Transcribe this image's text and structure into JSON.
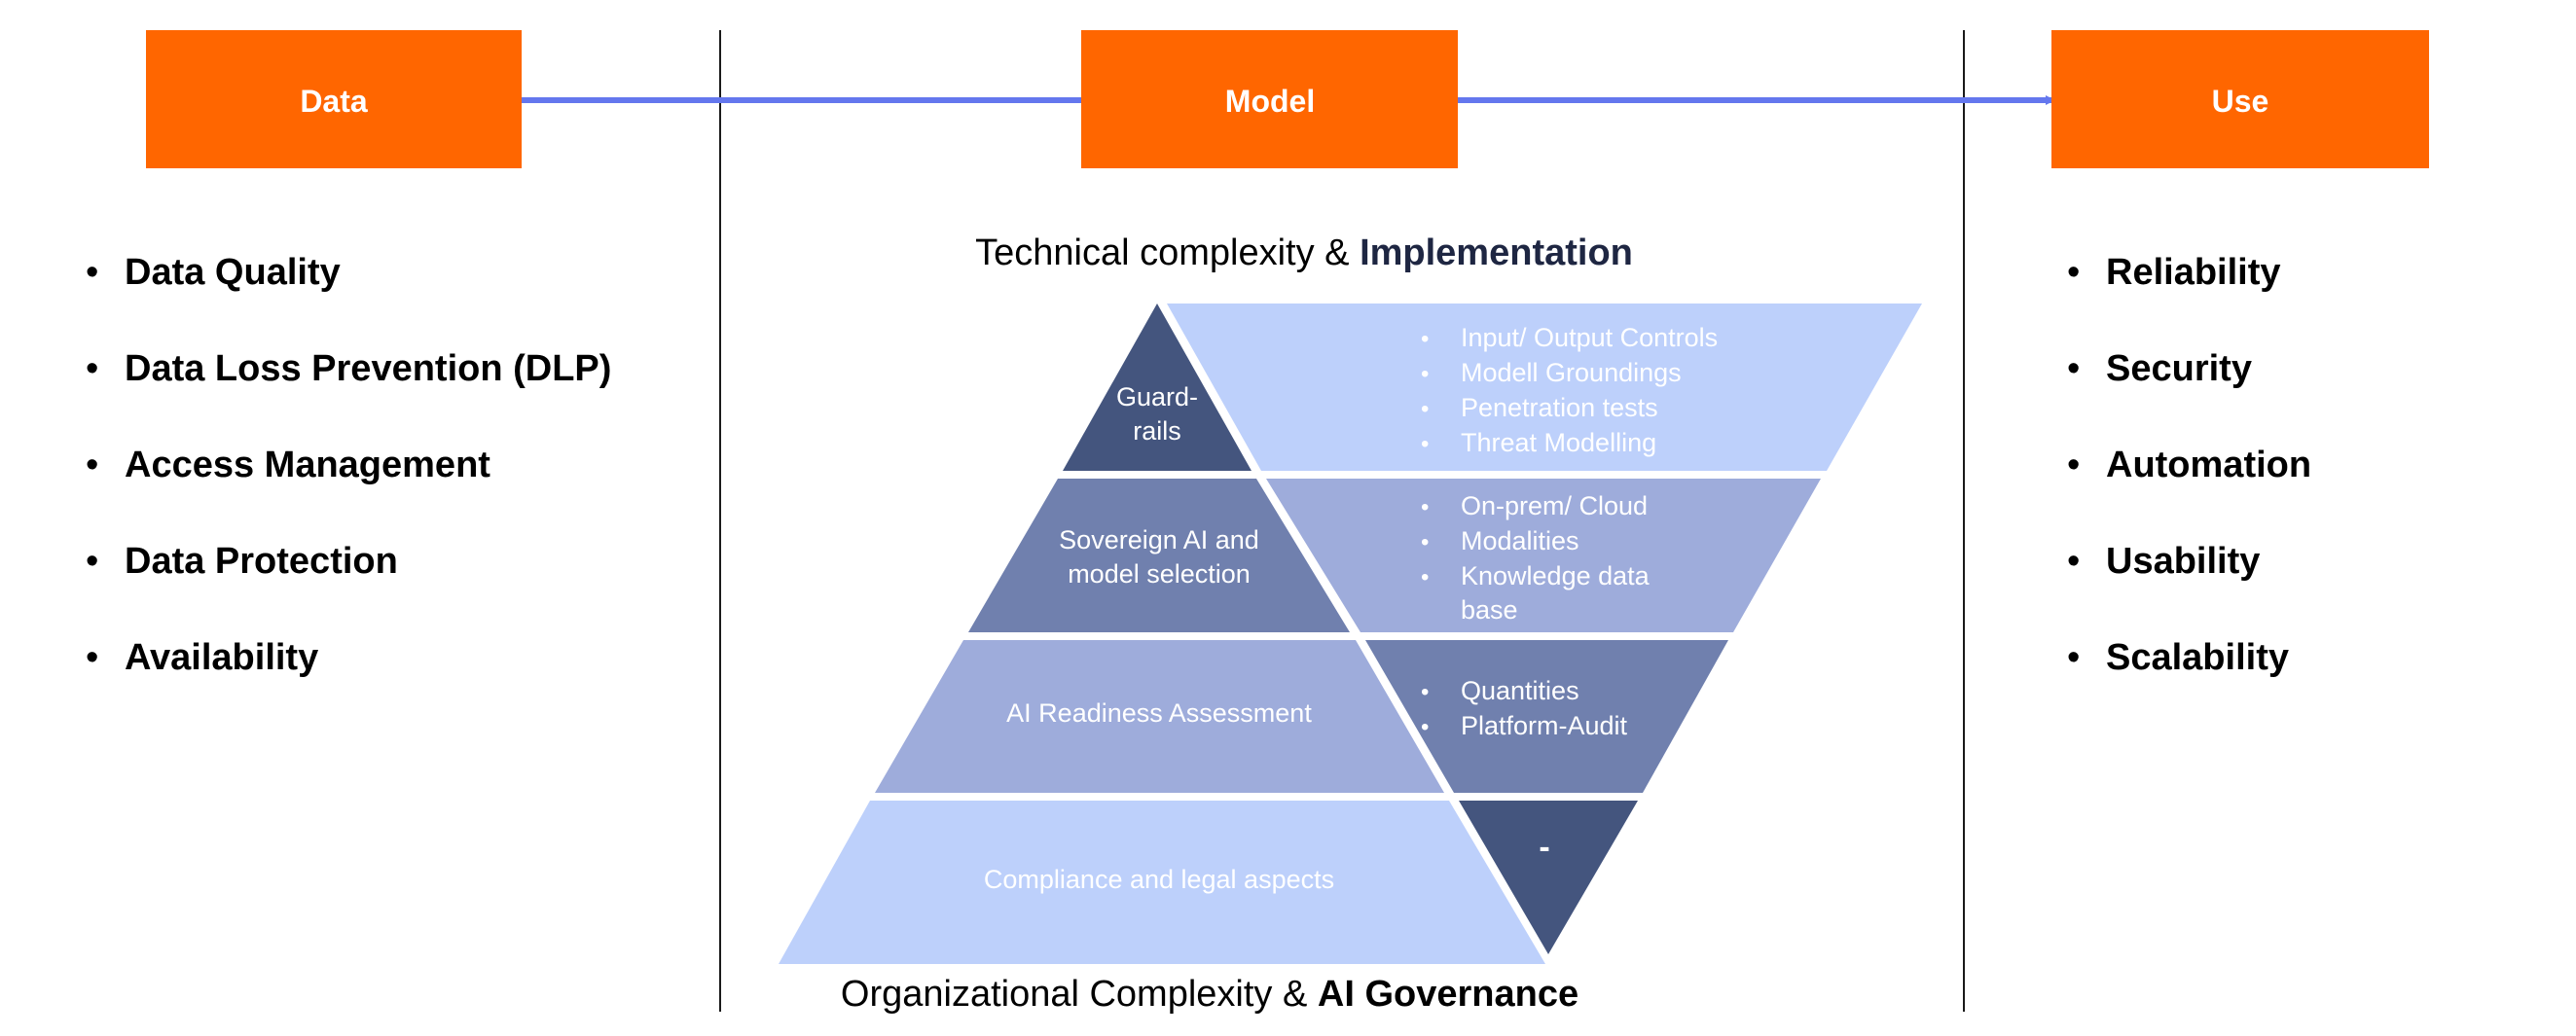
{
  "colors": {
    "orange": "#FF6600",
    "arrow": "#6477EE",
    "divider": "#1a1a1a",
    "light": "#BDD0FB",
    "mid": "#9EACDB",
    "medium_dark": "#7080AE",
    "dark": "#44557E",
    "heading_dark": "#1E2642"
  },
  "stages": {
    "data": "Data",
    "model": "Model",
    "use": "Use"
  },
  "data_list": [
    "Data Quality",
    "Data Loss Prevention (DLP)",
    "Access Management",
    "Data Protection",
    "Availability"
  ],
  "use_list": [
    "Reliability",
    "Security",
    "Automation",
    "Usability",
    "Scalability"
  ],
  "top_heading": {
    "prefix": "Technical complexity & ",
    "bold": "Implementation"
  },
  "bottom_heading": {
    "prefix": "Organizational Complexity & ",
    "bold": "AI Governance"
  },
  "pyramid": {
    "guardrails_label": [
      "Guard-",
      "rails"
    ],
    "guardrails_items": [
      "Input/ Output Controls",
      "Modell Groundings",
      "Penetration tests",
      "Threat Modelling"
    ],
    "sovereign_label": [
      "Sovereign AI and",
      "model selection"
    ],
    "sovereign_items": [
      "On-prem/ Cloud",
      "Modalities",
      "Knowledge data",
      "base"
    ],
    "readiness_label": "AI Readiness Assessment",
    "readiness_items": [
      "Quantities",
      "Platform-Audit"
    ],
    "compliance_label": "Compliance and legal aspects",
    "compliance_items": "-"
  },
  "bullet": "•"
}
